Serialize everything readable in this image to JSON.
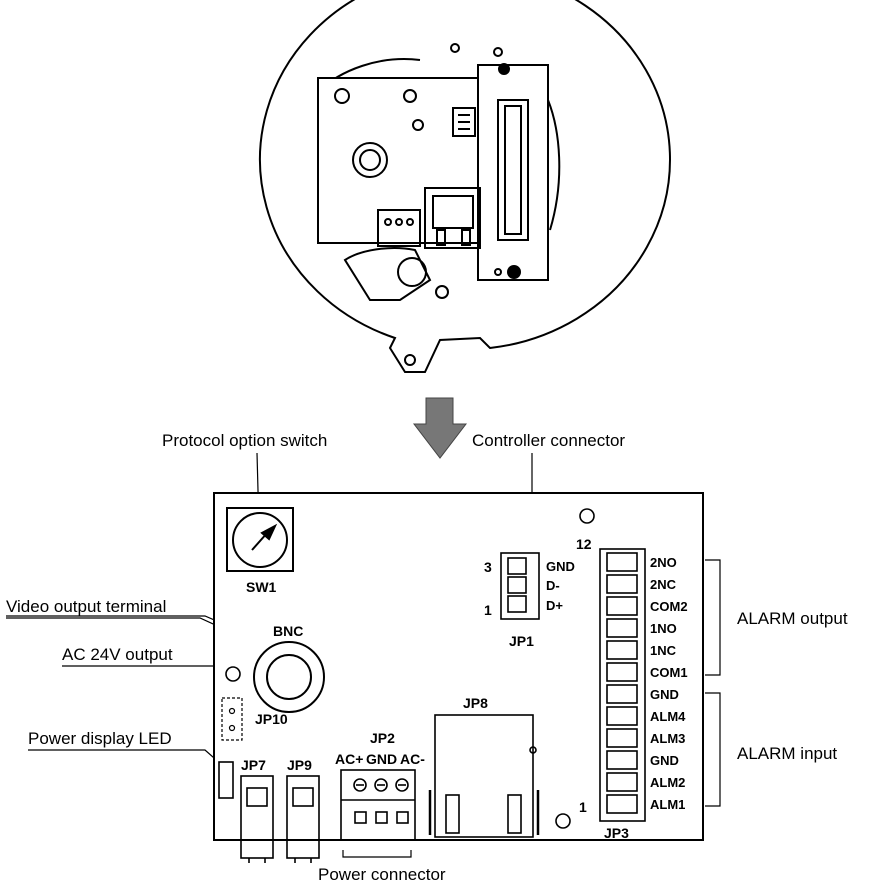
{
  "callouts": {
    "protocol_option_switch": "Protocol option switch",
    "controller_connector": "Controller connector",
    "video_output_terminal": "Video output terminal",
    "ac24v_output": "AC 24V output",
    "power_display_led": "Power display LED",
    "alarm_output": "ALARM output",
    "alarm_input": "ALARM input",
    "power_connector": "Power connector"
  },
  "board": {
    "sw1": "SW1",
    "bnc": "BNC",
    "jp10": "JP10",
    "jp7": "JP7",
    "jp9": "JP9",
    "jp2": "JP2",
    "jp8": "JP8",
    "jp1": "JP1",
    "jp3": "JP3",
    "jp2_pins": [
      "AC+",
      "GND",
      "AC-"
    ],
    "jp1_pins": [
      "GND",
      "D-",
      "D+"
    ],
    "jp1_num_top": "3",
    "jp1_num_bottom": "1",
    "jp3_num_top": "12",
    "jp3_num_bottom": "1",
    "jp3_pins": [
      "2NO",
      "2NC",
      "COM2",
      "1NO",
      "1NC",
      "COM1",
      "GND",
      "ALM4",
      "ALM3",
      "GND",
      "ALM2",
      "ALM1"
    ]
  }
}
